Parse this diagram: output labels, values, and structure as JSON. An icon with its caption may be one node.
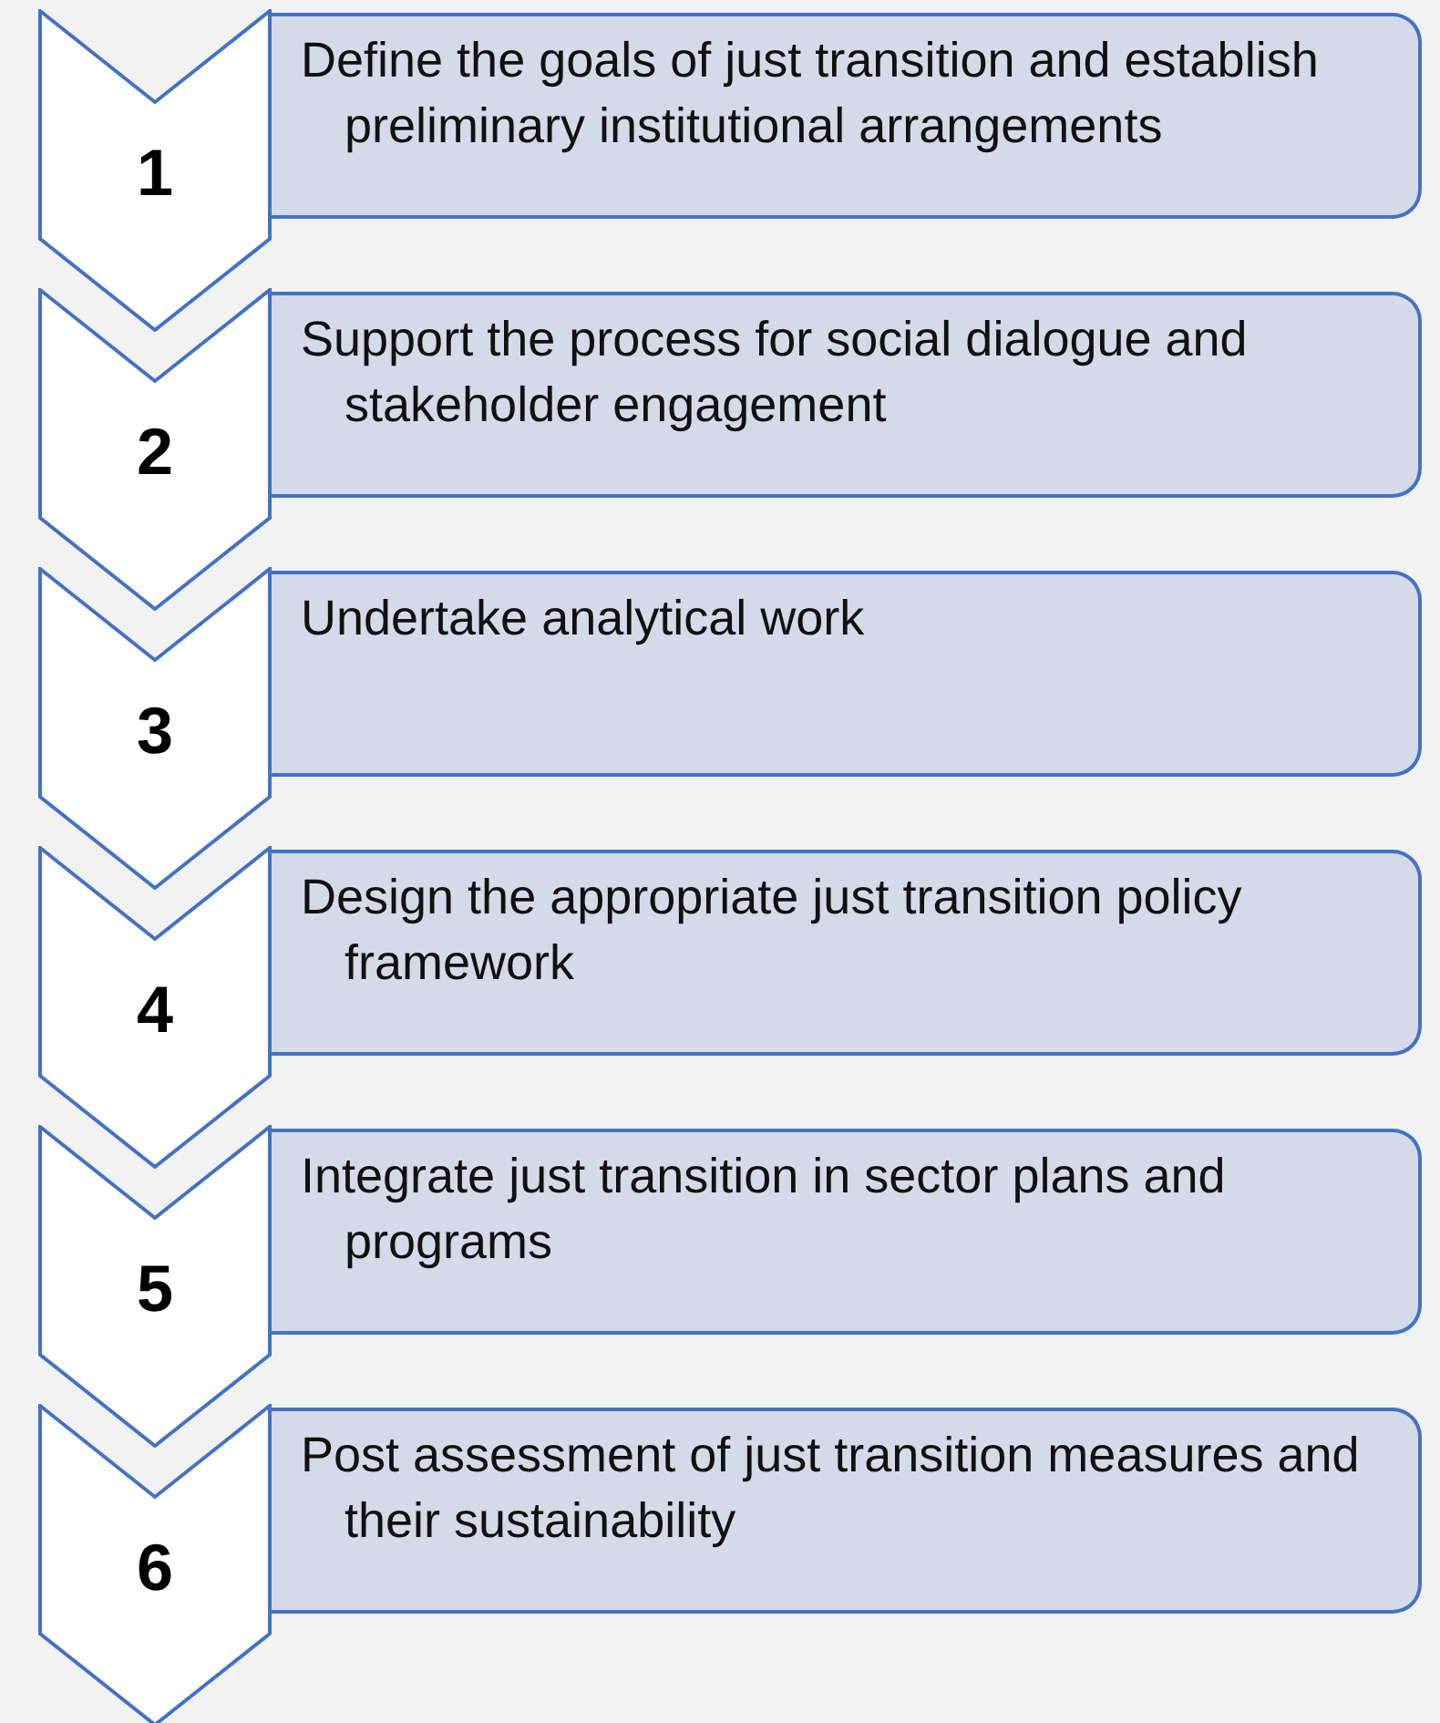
{
  "diagram": {
    "nodes": [
      {
        "text": [
          "1"
        ]
      },
      {
        "text": [
          "Define the goals of just transition and establish preliminary institutional arrangements"
        ]
      },
      {
        "text": [
          "2"
        ]
      },
      {
        "text": [
          "Support the process for social dialogue and stakeholder engagement"
        ]
      },
      {
        "text": [
          "3"
        ]
      },
      {
        "text": [
          "Undertake analytical work"
        ]
      },
      {
        "text": [
          "4"
        ]
      },
      {
        "text": [
          "Design the appropriate just transition policy framework"
        ]
      },
      {
        "text": [
          "5"
        ]
      },
      {
        "text": [
          "Integrate just transition in sector plans and programs"
        ]
      },
      {
        "text": [
          "6"
        ]
      },
      {
        "text": [
          "Post assessment of just transition measures and their sustainability"
        ]
      }
    ]
  }
}
